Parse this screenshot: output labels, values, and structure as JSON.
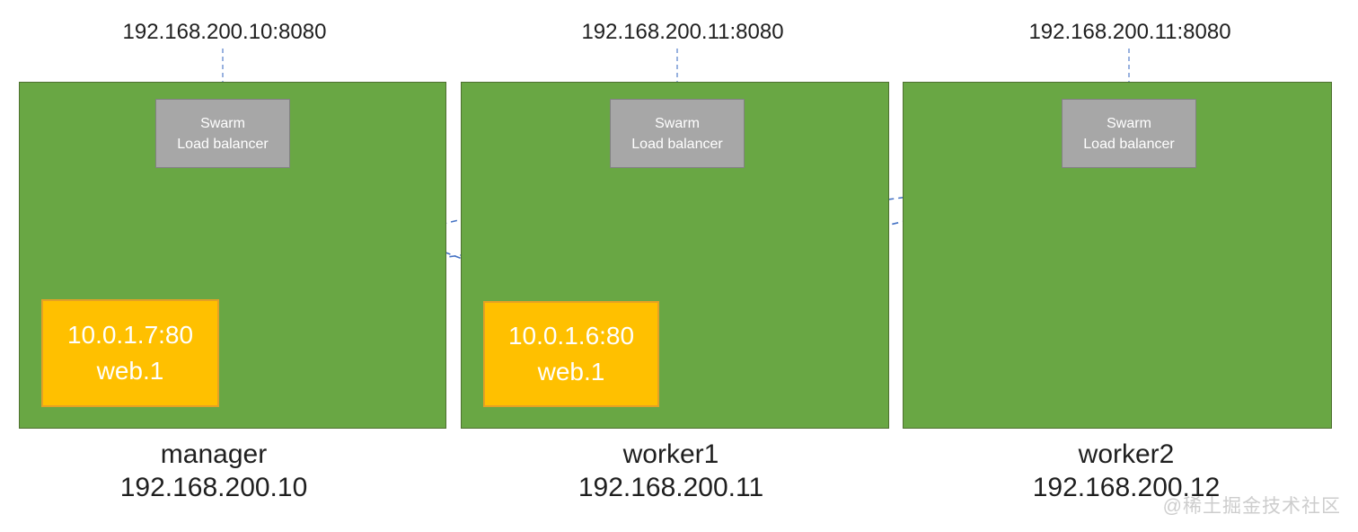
{
  "diagram": {
    "title_hint": "Docker Swarm ingress routing mesh",
    "colors": {
      "node_fill": "#69A744",
      "node_border": "#4E7030",
      "lb_fill": "#A7A7A7",
      "lb_border": "#818181",
      "task_fill": "#FFC000",
      "task_border": "#E5A124",
      "connector": "#4472C4",
      "stub": "#7F9ED7",
      "label_text": "#1F1F1F",
      "box_text": "#FFFFFF",
      "watermark": "#CDCDCD"
    },
    "nodes": [
      {
        "id": "manager",
        "external_endpoint": "192.168.200.10:8080",
        "lb_line1": "Swarm",
        "lb_line2": "Load balancer",
        "container": {
          "endpoint": "10.0.1.7:80",
          "task": "web.1"
        },
        "name": "manager",
        "ip": "192.168.200.10"
      },
      {
        "id": "worker1",
        "external_endpoint": "192.168.200.11:8080",
        "lb_line1": "Swarm",
        "lb_line2": "Load balancer",
        "container": {
          "endpoint": "10.0.1.6:80",
          "task": "web.1"
        },
        "name": "worker1",
        "ip": "192.168.200.11"
      },
      {
        "id": "worker2",
        "external_endpoint": "192.168.200.11:8080",
        "lb_line1": "Swarm",
        "lb_line2": "Load balancer",
        "container": null,
        "name": "worker2",
        "ip": "192.168.200.12"
      }
    ],
    "connections": [
      {
        "from": "manager",
        "to": "manager"
      },
      {
        "from": "manager",
        "to": "worker1"
      },
      {
        "from": "worker1",
        "to": "manager"
      },
      {
        "from": "worker1",
        "to": "worker1"
      },
      {
        "from": "worker2",
        "to": "manager"
      },
      {
        "from": "worker2",
        "to": "worker1"
      }
    ],
    "watermark": "@稀土掘金技术社区"
  }
}
